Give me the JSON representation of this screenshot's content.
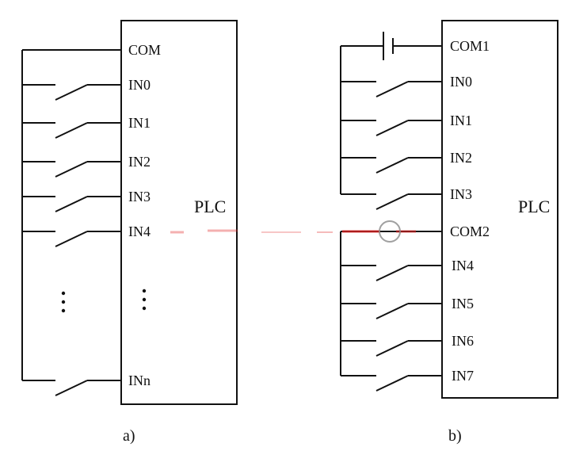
{
  "figure_a": {
    "box_label": "PLC",
    "caption": "a)",
    "common_terminal": "COM",
    "inputs": [
      "IN0",
      "IN1",
      "IN2",
      "IN3",
      "IN4"
    ],
    "last_input": "INn"
  },
  "figure_b": {
    "box_label": "PLC",
    "caption": "b)",
    "group1_common": "COM1",
    "group1_inputs": [
      "IN0",
      "IN1",
      "IN2",
      "IN3"
    ],
    "group2_common": "COM2",
    "group2_inputs": [
      "IN4",
      "IN5",
      "IN6",
      "IN7"
    ]
  },
  "watermark_color": "#e02020"
}
